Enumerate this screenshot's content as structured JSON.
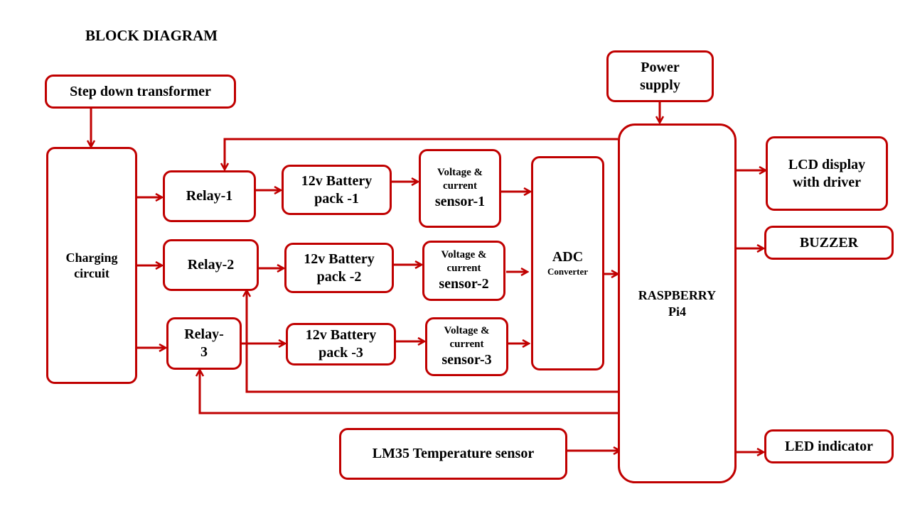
{
  "title": "BLOCK DIAGRAM",
  "colors": {
    "line": "#c00000",
    "text": "#000000",
    "background": "#ffffff"
  },
  "blocks": {
    "transformer": "Step down transformer",
    "charging": [
      "Charging",
      "circuit"
    ],
    "relay1": "Relay-1",
    "relay2": "Relay-2",
    "relay3": [
      "Relay-",
      "3"
    ],
    "battery1": [
      "12v Battery",
      "pack -1"
    ],
    "battery2": [
      "12v Battery",
      "pack -2"
    ],
    "battery3": [
      "12v Battery",
      "pack -3"
    ],
    "sensor1": [
      "Voltage &",
      "current",
      "sensor-1"
    ],
    "sensor2": [
      "Voltage &",
      "current",
      "sensor-2"
    ],
    "sensor3": [
      "Voltage &",
      "current",
      "sensor-3"
    ],
    "adc": [
      "ADC",
      "Converter"
    ],
    "power": [
      "Power",
      "supply"
    ],
    "raspberry": [
      "RASPBERRY",
      "Pi4"
    ],
    "lcd": [
      "LCD display",
      "with driver"
    ],
    "buzzer": "BUZZER",
    "led": "LED indicator",
    "lm35": "LM35 Temperature sensor"
  },
  "connections": [
    [
      "transformer",
      "charging"
    ],
    [
      "charging",
      "relay1"
    ],
    [
      "charging",
      "relay2"
    ],
    [
      "charging",
      "relay3"
    ],
    [
      "relay1",
      "battery1"
    ],
    [
      "relay2",
      "battery2"
    ],
    [
      "relay3",
      "battery3"
    ],
    [
      "battery1",
      "sensor1"
    ],
    [
      "battery2",
      "sensor2"
    ],
    [
      "battery3",
      "sensor3"
    ],
    [
      "sensor1",
      "adc"
    ],
    [
      "sensor2",
      "adc"
    ],
    [
      "sensor3",
      "adc"
    ],
    [
      "adc",
      "raspberry"
    ],
    [
      "power",
      "raspberry"
    ],
    [
      "raspberry",
      "relay1"
    ],
    [
      "raspberry",
      "relay2"
    ],
    [
      "raspberry",
      "relay3"
    ],
    [
      "raspberry",
      "lcd"
    ],
    [
      "raspberry",
      "buzzer"
    ],
    [
      "raspberry",
      "led"
    ],
    [
      "lm35",
      "raspberry"
    ]
  ]
}
